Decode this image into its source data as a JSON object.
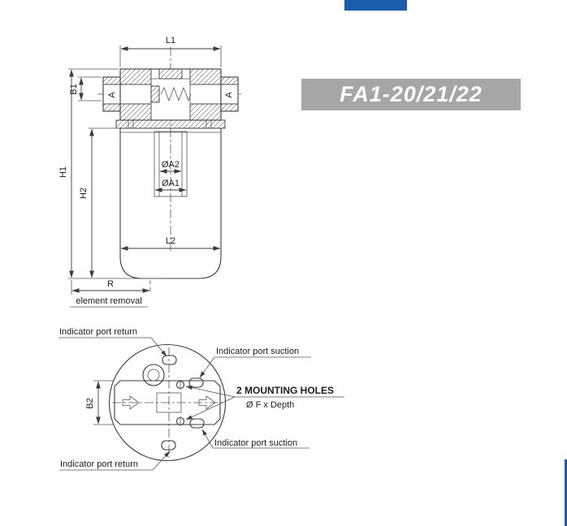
{
  "header": {
    "model_code": "FA1-20/21/22"
  },
  "side_view": {
    "l1": "L1",
    "b1": "B1",
    "h1": "H1",
    "h2": "H2",
    "a_left": "A",
    "a_right": "A",
    "da2": "ØA2",
    "da1": "ØA1",
    "l2": "L2",
    "r": "R",
    "element_removal": "element removal"
  },
  "bottom_view": {
    "b2": "B2",
    "return_top": "Indicator port return",
    "suction_top": "Indicator port suction",
    "mounting_line1": "2 MOUNTING HOLES",
    "mounting_line2": "Ø F x Depth",
    "suction_bottom": "Indicator port suction",
    "return_bottom": "Indicator port return"
  },
  "colors": {
    "accent_blue": "#1a5dab",
    "banner_bg": "#a6a6a6",
    "banner_text": "#ffffff",
    "line": "#3c3c3c"
  }
}
